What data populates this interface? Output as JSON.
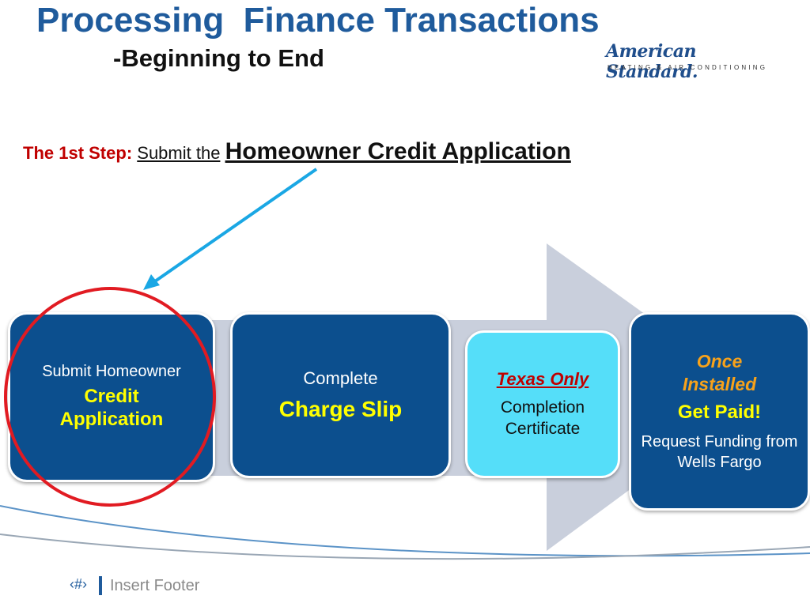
{
  "title": "Processing  Finance Transactions",
  "subtitle": "-Beginning to End",
  "logo": {
    "brand": "American Standard.",
    "tagline": "HEATING & AIR CONDITIONING"
  },
  "step": {
    "label": "The 1st Step",
    "colon": ":",
    "submit": "Submit the",
    "application": "Homeowner Credit Application"
  },
  "boxes": [
    {
      "line1": "Submit Homeowner",
      "line2": "Credit Application"
    },
    {
      "line1": "Complete",
      "line2": "Charge Slip"
    },
    {
      "line1": "Texas Only",
      "line2": "Completion Certificate"
    },
    {
      "line1": "Once Installed",
      "line2": "Get Paid!",
      "line3": "Request Funding from Wells Fargo"
    }
  ],
  "footer": {
    "page_number": "‹#›",
    "text": "Insert Footer"
  },
  "colors": {
    "title_blue": "#1f5b9c",
    "box_dark": "#0c4f8e",
    "box_light": "#55def9",
    "highlight_yellow": "#ffff00",
    "highlight_red": "#c00000",
    "highlight_orange": "#f8a21a",
    "arrow_gray": "#c9cfdc",
    "pointer_cyan": "#1aa7e4",
    "circle_red": "#e11b22"
  }
}
